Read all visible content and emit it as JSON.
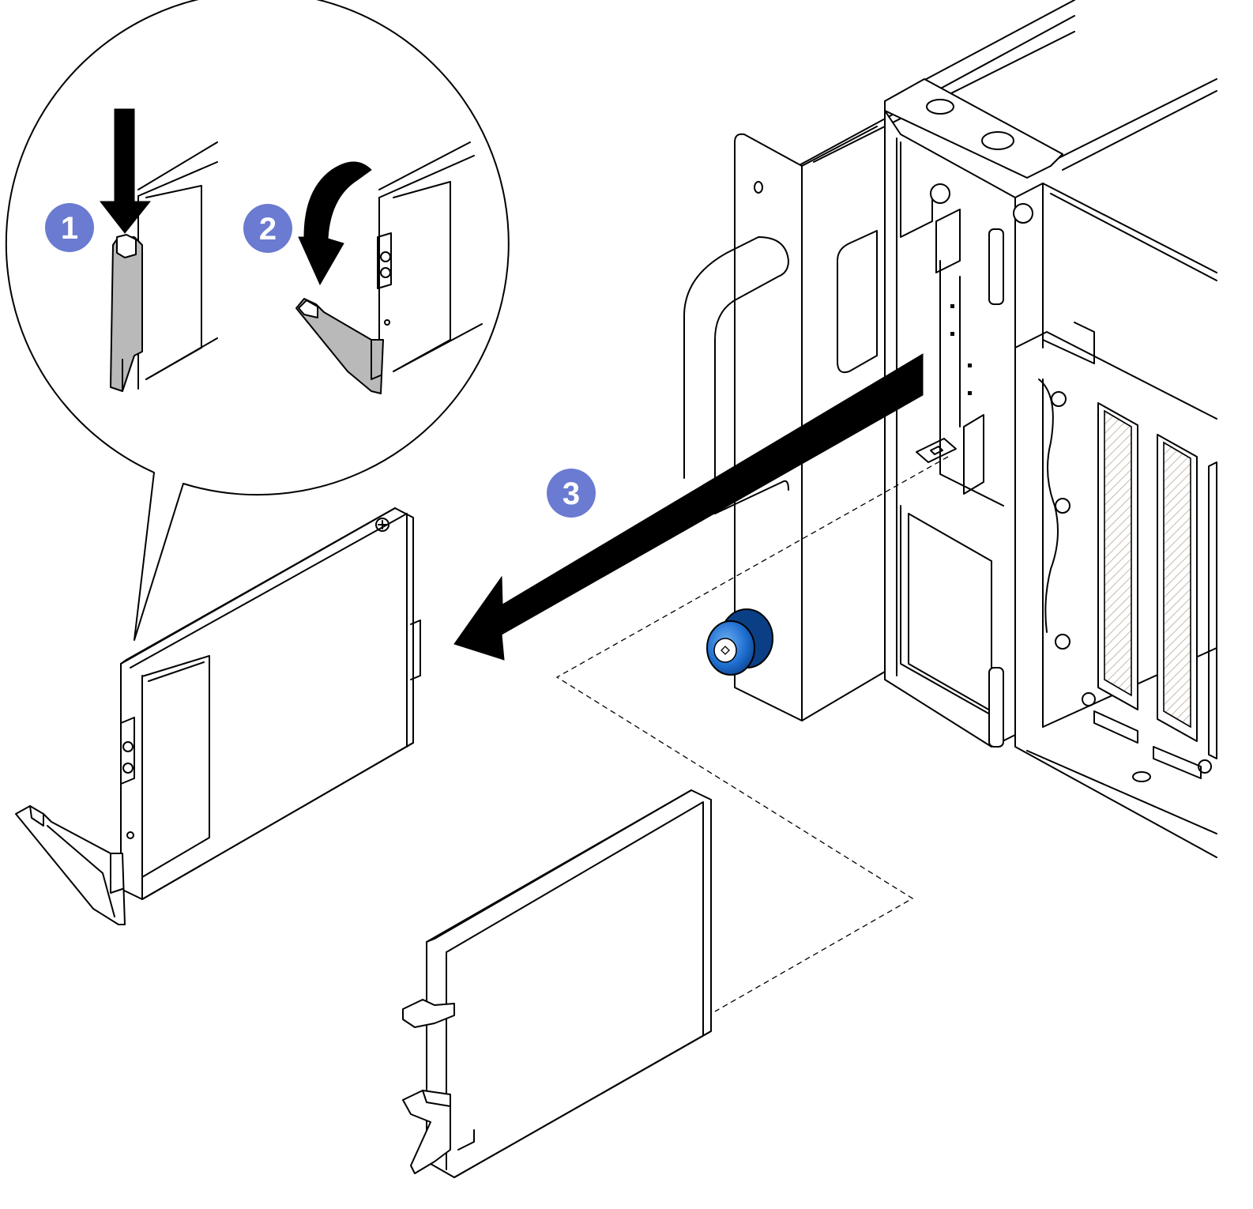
{
  "steps": [
    {
      "number": "1",
      "color": "#6b7bd1"
    },
    {
      "number": "2",
      "color": "#6b7bd1"
    },
    {
      "number": "3",
      "color": "#6b7bd1"
    }
  ],
  "icons": {
    "press": "down-arrow-icon",
    "rotate": "curved-arrow-icon",
    "pull": "pull-arrow-icon",
    "knob": "blue-thumbscrew-icon"
  },
  "colors": {
    "line": "#000000",
    "latch": "#b9b9b9",
    "thumbscrew": "#1f6fd1",
    "badge": "#6b7bd1"
  }
}
